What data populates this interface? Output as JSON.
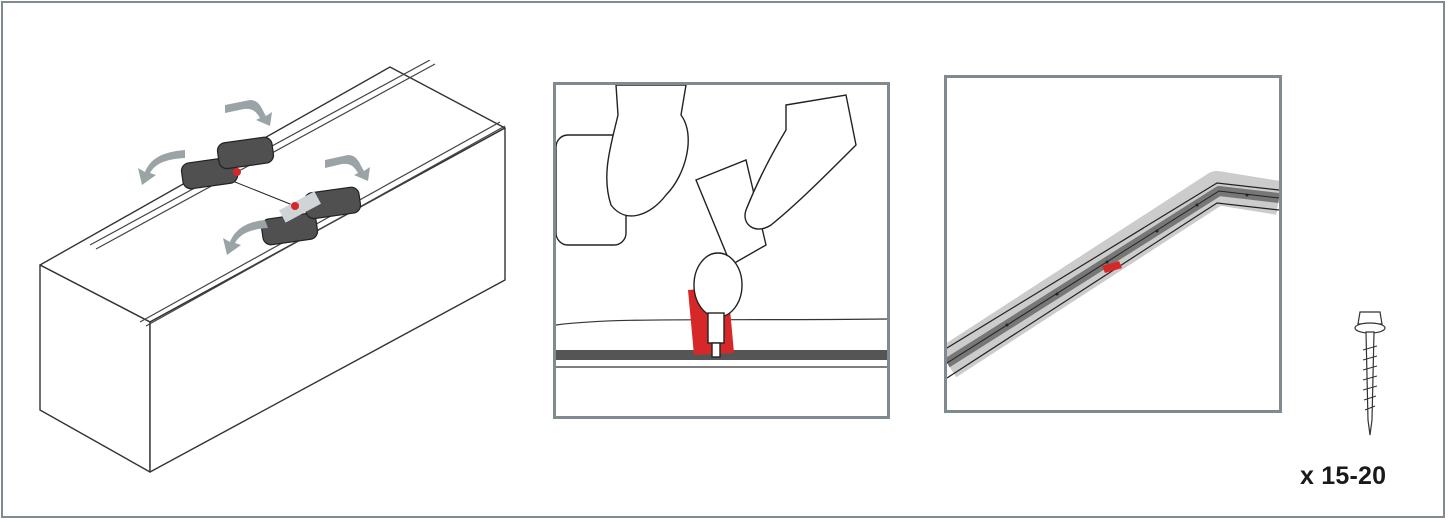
{
  "colors": {
    "frame": "#7f8b8f",
    "accent_red": "#d62828",
    "wrap_dark": "#4a4a4a",
    "arrow_gray": "#9aa3a6",
    "outline": "#222222"
  },
  "icons": [
    "box-illustration",
    "drill-hands-illustration",
    "rail-track-illustration",
    "screw-icon"
  ],
  "quantity_label": "x 15-20"
}
